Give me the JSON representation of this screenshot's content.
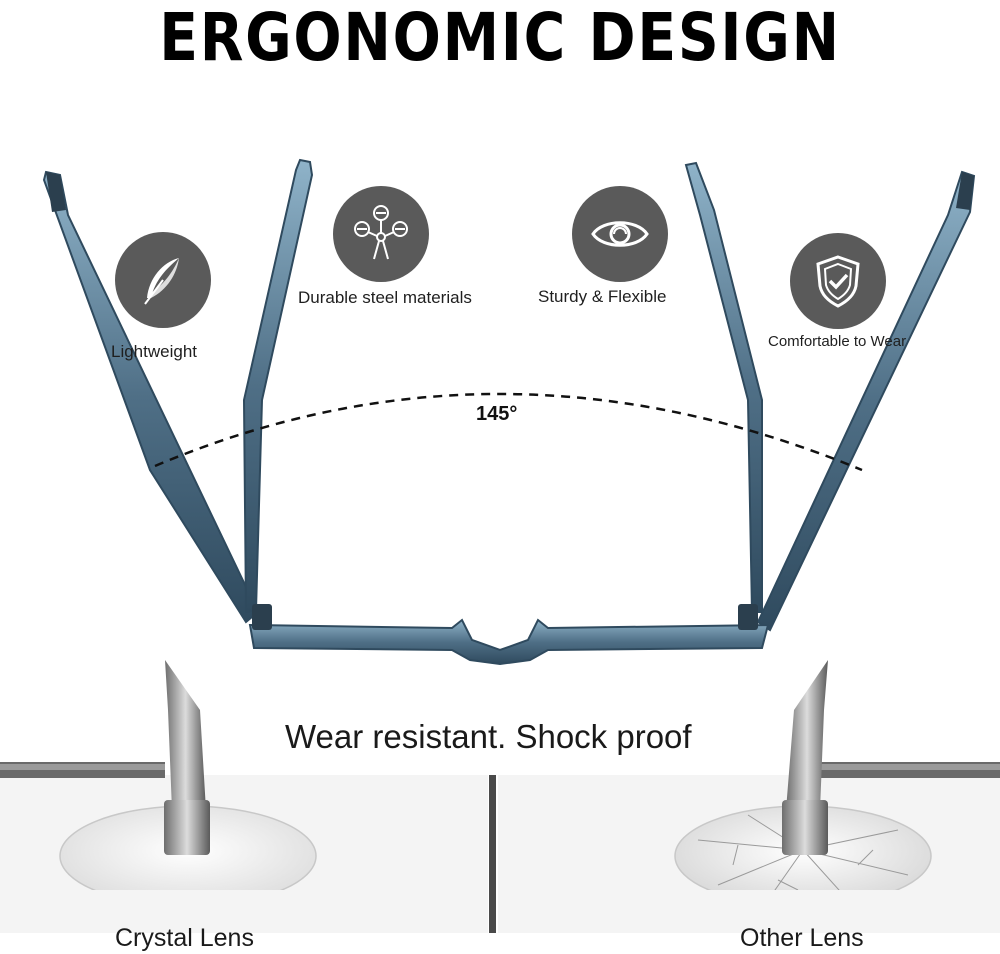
{
  "header": {
    "title": "ERGONOMIC DESIGN"
  },
  "features": [
    {
      "label": "Lightweight",
      "icon": "feather-icon"
    },
    {
      "label": "Durable steel materials",
      "icon": "molecule-icon"
    },
    {
      "label": "Sturdy & Flexible",
      "icon": "eye-icon"
    },
    {
      "label": "Comfortable to Wear",
      "icon": "shield-check-icon"
    }
  ],
  "angle": {
    "label": "145°"
  },
  "comparison": {
    "tagline": "Wear resistant. Shock proof",
    "left_label": "Crystal Lens",
    "right_label": "Other Lens"
  },
  "colors": {
    "frame": "#4f6f86",
    "icon_bg": "#5a5a5a",
    "text": "#1a1a1a"
  }
}
